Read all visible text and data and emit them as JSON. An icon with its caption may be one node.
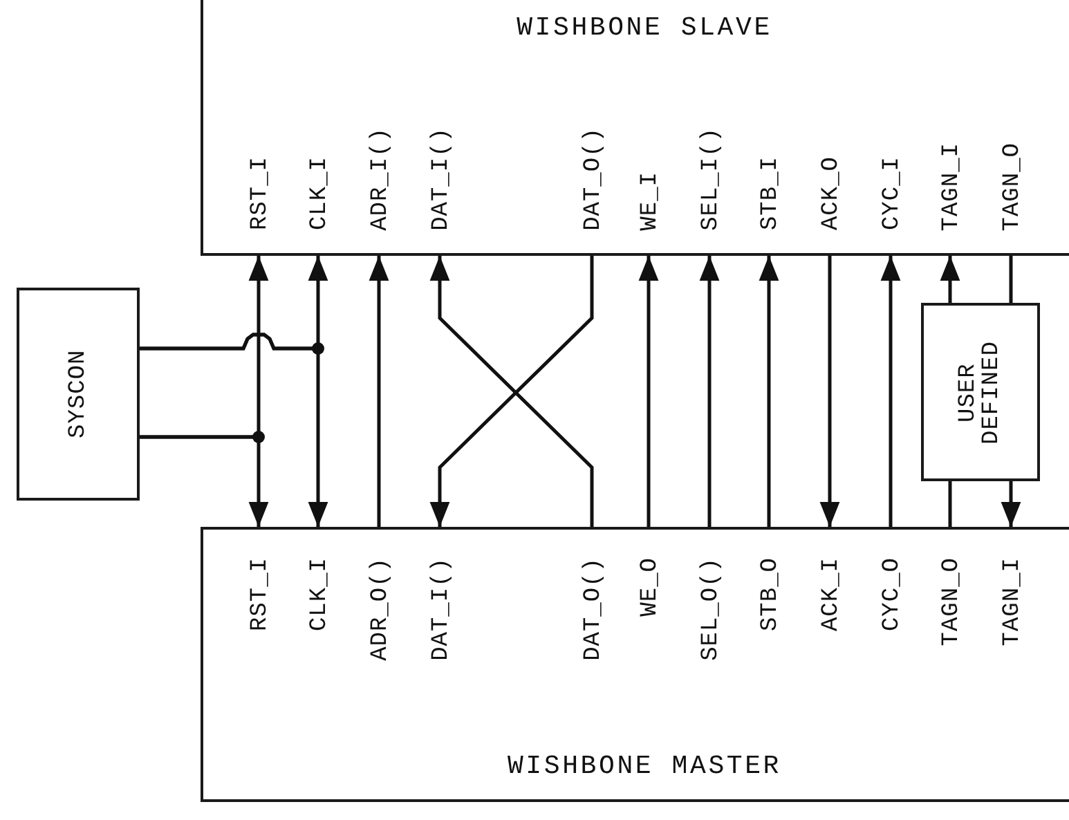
{
  "diagram": {
    "nodes": [
      {
        "text": [
          "WISHBONE SLAVE",
          "RST_I",
          "CLK_I",
          "ADR_I()",
          "DAT_I()",
          "DAT_O()",
          "WE_I",
          "SEL_I()",
          "STB_I",
          "ACK_O",
          "CYC_I",
          "TAGN_I",
          "TAGN_O"
        ]
      },
      {
        "text": [
          "SYSCON"
        ]
      },
      {
        "text": [
          "USER DEFINED"
        ]
      },
      {
        "text": [
          "RST_I",
          "CLK_I",
          "ADR_O()",
          "DAT_I()",
          "DAT_O()",
          "WE_O",
          "SEL_O()",
          "STB_O",
          "ACK_I",
          "CYC_O",
          "TAGN_O",
          "TAGN_I",
          "WISHBONE MASTER"
        ]
      }
    ],
    "edges": [
      {
        "from": 1,
        "to": 0,
        "arrow": "to"
      },
      {
        "from": 1,
        "to": 3,
        "arrow": "to"
      },
      {
        "from": 1,
        "to": 0,
        "arrow": "to"
      },
      {
        "from": 1,
        "to": 3,
        "arrow": "to"
      },
      {
        "from": 3,
        "to": 0,
        "arrow": "to"
      },
      {
        "from": 3,
        "to": 0,
        "arrow": "to"
      },
      {
        "from": 0,
        "to": 3,
        "arrow": "to"
      },
      {
        "from": 3,
        "to": 0,
        "arrow": "to"
      },
      {
        "from": 3,
        "to": 0,
        "arrow": "to"
      },
      {
        "from": 3,
        "to": 0,
        "arrow": "to"
      },
      {
        "from": 0,
        "to": 3,
        "arrow": "to"
      },
      {
        "from": 3,
        "to": 0,
        "arrow": "to"
      },
      {
        "from": 3,
        "to": 2,
        "arrow": "none"
      },
      {
        "from": 2,
        "to": 0,
        "arrow": "to"
      },
      {
        "from": 0,
        "to": 2,
        "arrow": "none"
      },
      {
        "from": 2,
        "to": 3,
        "arrow": "to"
      }
    ]
  }
}
